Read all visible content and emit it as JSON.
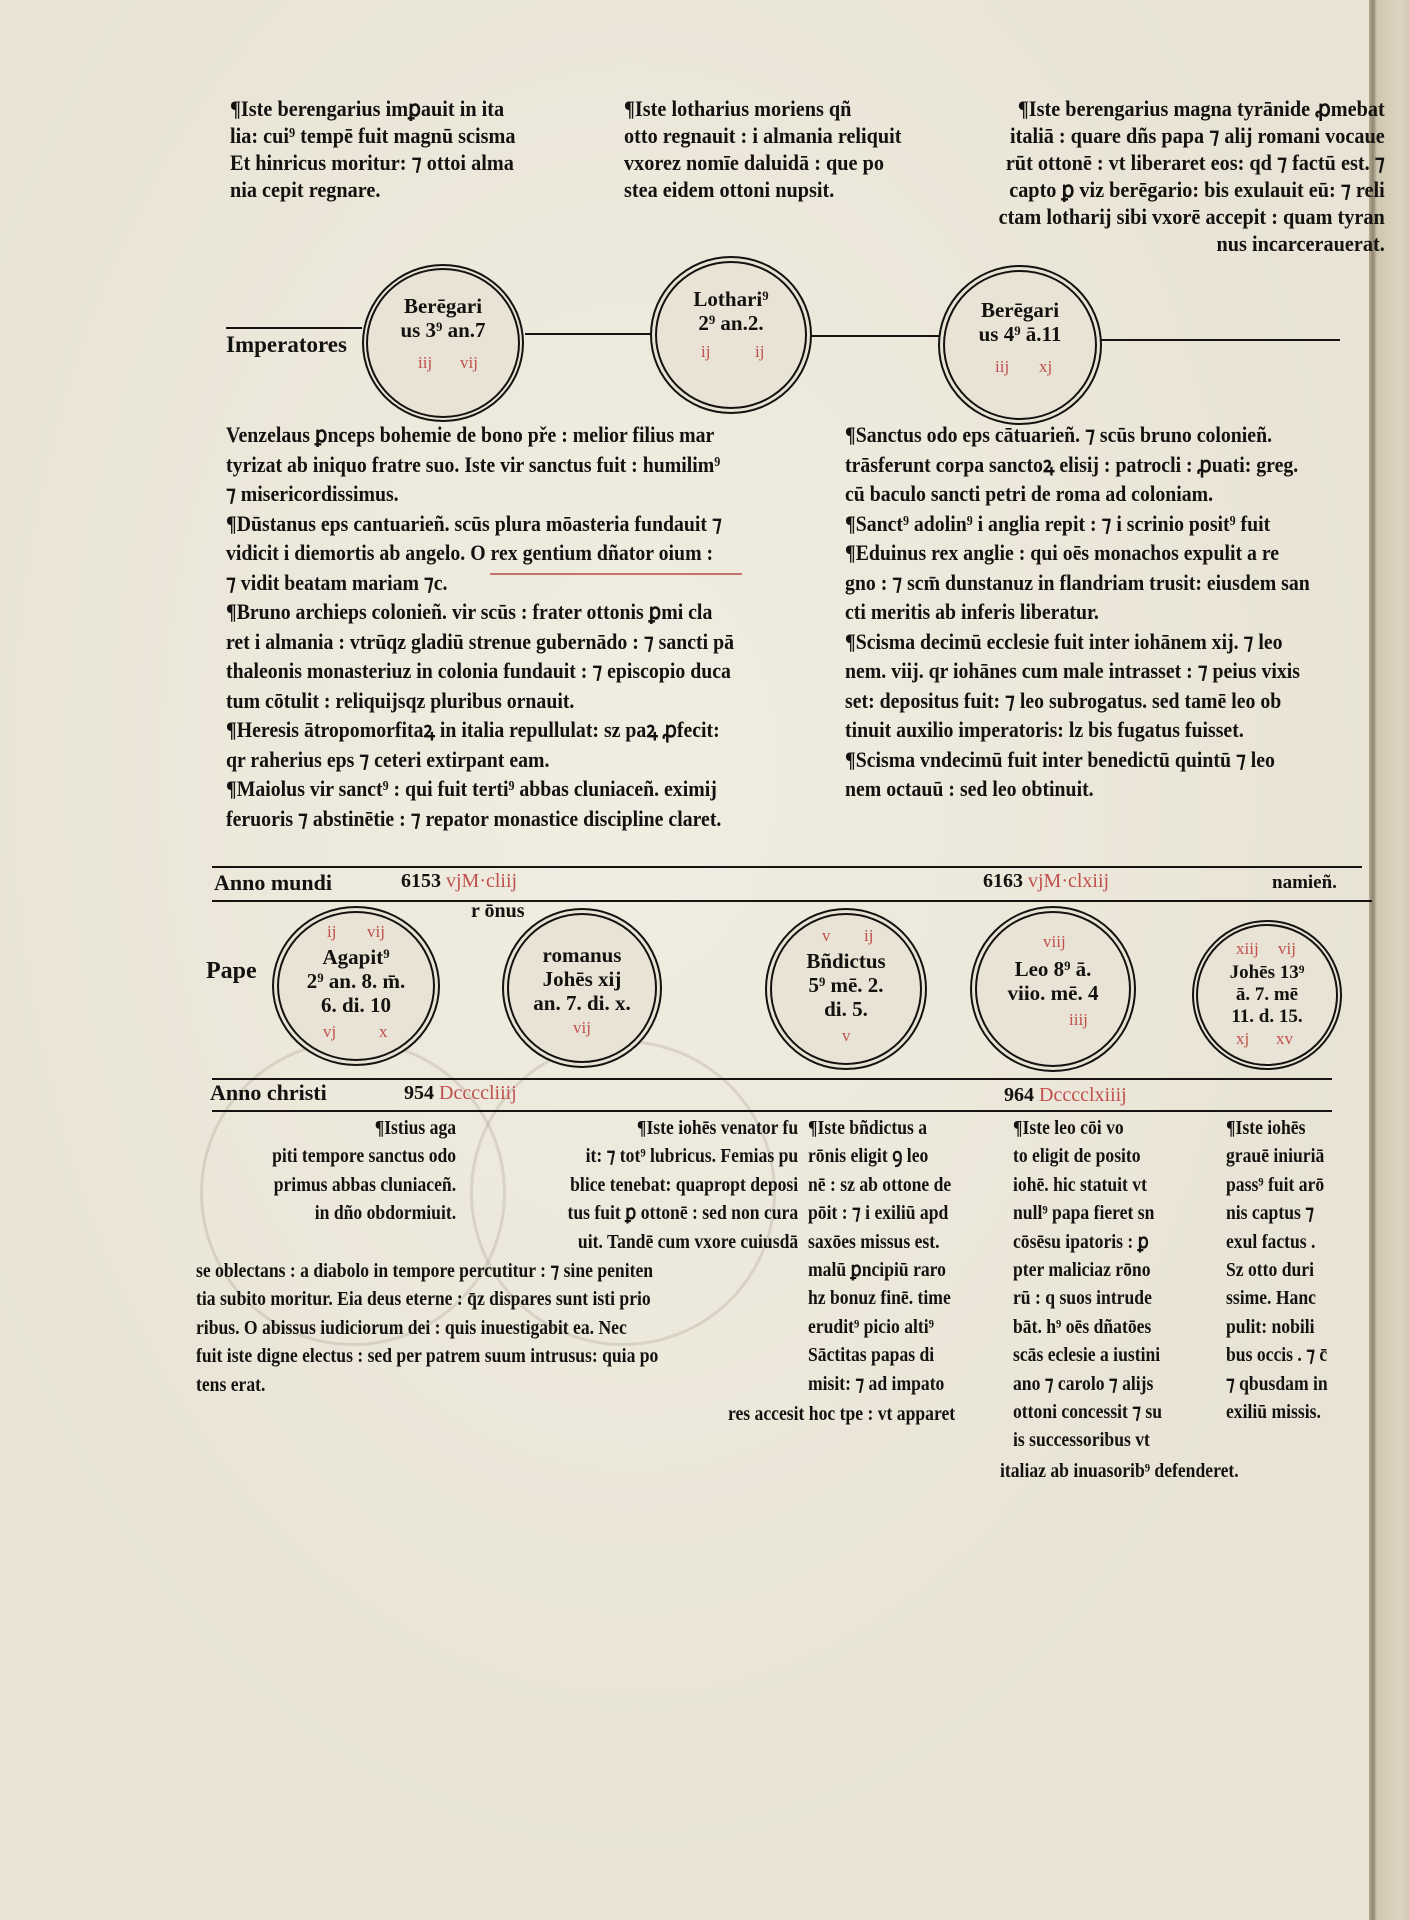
{
  "colors": {
    "ink": "#141210",
    "rubric": "#c0504d",
    "paper": "#e8e3d4"
  },
  "top": {
    "col1": [
      "¶Iste berengarius imꝑauit in ita",
      "lia: cui⁹ tempē fuit magnū scisma",
      "Et hinricus moritur: ⁊ ottoi alma",
      "nia cepit regnare."
    ],
    "col2": [
      "¶Iste lotharius moriens qñ",
      "otto regnauit : i almania reliquit",
      "vxorez nomīe daluidā : que po",
      "stea eidem ottoni nupsit."
    ],
    "col3": [
      "¶Iste berengarius magna tyrānide ꝓmebat",
      "italiā : quare dñs papa ⁊ alij romani vocaue",
      "rūt ottonē : vt liberaret eos: qd ⁊ factū est. ⁊",
      "capto ꝑ viz berēgario: bis exulauit eū: ⁊ reli",
      "ctam lotharij sibi vxorē accepit : quam tyran",
      "nus incarcerauerat."
    ]
  },
  "emperors": {
    "label": "Imperatores",
    "circles": [
      {
        "lines": [
          "Berēgari",
          "us 3⁹ an.7"
        ],
        "red": [
          "iij",
          "vij"
        ]
      },
      {
        "lines": [
          "Lothari⁹",
          "2⁹ an.2."
        ],
        "red": [
          "ij",
          "ij"
        ]
      },
      {
        "lines": [
          "Berēgari",
          "us 4⁹ ā.11"
        ],
        "red": [
          "iij",
          "xj"
        ]
      }
    ]
  },
  "middle": {
    "left": [
      "Venzelaus ꝑnceps bohemie de bono pře : melior filius mar",
      "tyrizat ab iniquo fratre suo. Iste vir sanctus fuit : humilim⁹",
      "⁊ misericordissimus.",
      "¶Dūstanus eps cantuarieñ. scūs plura mōasteria fundauit ⁊",
      "vidicit i diemortis ab angelo. O rex gentium dñator oium :",
      "⁊ vidit beatam mariam ⁊c.",
      "¶Bruno archieps colonieñ. vir scūs : frater ottonis ꝑmi cla",
      "ret i almania : vtrūqz gladiū strenue gubernādo : ⁊ sancti pā",
      "thaleonis monasteriuz in colonia fundauit : ⁊ episcopio duca",
      "tum cōtulit : reliquijsqz pluribus ornauit.",
      "¶Heresis ātropomorfitaꝝ in italia repullulat: sz paꝝ ꝓfecit:",
      "qr raherius eps ⁊ ceteri extirpant eam.",
      "¶Maiolus vir sanct⁹ : qui fuit terti⁹ abbas cluniaceñ. eximij",
      "feruoris ⁊ abstinētie : ⁊ repator monastice discipline claret."
    ],
    "right": [
      "¶Sanctus odo eps cātuarieñ. ⁊ scūs bruno colonieñ.",
      "trāsferunt corpa sanctoꝝ elisij : patrocli : ꝓuati: greg.",
      "cū baculo sancti petri de roma ad coloniam.",
      "¶Sanct⁹ adolin⁹ i anglia repit : ⁊ i scrinio posit⁹ fuit",
      "¶Eduinus rex anglie : qui oēs monachos expulit a re",
      "gno : ⁊ scm̄ dunstanuz in flandriam trusit: eiusdem san",
      "cti meritis ab inferis liberatur.",
      "¶Scisma decimū ecclesie fuit inter iohānem xij. ⁊ leo",
      "nem. viij. qr iohānes cum male intrasset : ⁊ peius vixis",
      "set: depositus fuit: ⁊ leo subrogatus. sed tamē leo ob",
      "tinuit auxilio imperatoris: lz bis fugatus fuisset.",
      "¶Scisma vndecimū fuit inter benedictū quintū ⁊ leo",
      "nem octauū : sed leo obtinuit."
    ]
  },
  "anno_mundi": {
    "label": "Anno mundi",
    "year1": "6153",
    "year1_red": "vjM·cliij",
    "year2": "6163",
    "year2_red": "vjM·clxiij",
    "right_note": "namieñ."
  },
  "popes": {
    "label": "Pape",
    "above_note": "r ōnus",
    "circles": [
      {
        "lines": [
          "Agapit⁹",
          "2⁹ an. 8. m̄.",
          "6. di. 10"
        ],
        "red": [
          "ij",
          "vij",
          "vj",
          "x"
        ]
      },
      {
        "lines": [
          "romanus",
          "Johēs xij",
          "an. 7. di. x."
        ],
        "red": [
          "vij"
        ]
      },
      {
        "lines": [
          "Bñdictus",
          "5⁹ mē. 2.",
          "di. 5."
        ],
        "red": [
          "v",
          "ij",
          "v"
        ]
      },
      {
        "lines": [
          "Leo 8⁹ ā.",
          "viio. mē. 4"
        ],
        "red": [
          "viij",
          "iiij"
        ]
      },
      {
        "lines": [
          "Johēs 13⁹",
          "ā. 7. mē",
          "11. d. 15."
        ],
        "red": [
          "xiij",
          "vij",
          "xj",
          "xv"
        ]
      }
    ]
  },
  "anno_christi": {
    "label": "Anno christi",
    "year1": "954",
    "year1_red": "Dccccliiij",
    "year2": "964",
    "year2_red": "Dcccclxiiij"
  },
  "bottom": {
    "b1": [
      "¶Istius aga",
      "piti tempore sanctus odo",
      "primus abbas cluniaceñ.",
      "in dño obdormiuit."
    ],
    "b2": [
      "¶Iste iohēs venator fu",
      "it: ⁊ tot⁹ lubricus. Femias pu",
      "blice tenebat: quapropt deposi",
      "tus fuit ꝑ ottonē : sed non cura",
      "uit. Tandē cum vxore cuiusdā"
    ],
    "b2wide": [
      "se oblectans : a diabolo in tempore percutitur : ⁊ sine peniten",
      "tia subito moritur. Eia deus eterne : q̄z dispares sunt isti prio",
      "ribus. O abissus iudiciorum dei : quis inuestigabit ea. Nec",
      "fuit iste digne electus : sed per patrem suum intrusus: quia po",
      "tens erat."
    ],
    "b3": [
      "¶Iste bñdictus a",
      "rōnis eligit ꝯ leo",
      "nē : sz ab ottone de",
      "pōit : ⁊ i exiliū apd",
      "saxōes missus est.",
      "malū ꝑncipiū raro",
      "hz bonuz finē. time",
      "erudit⁹ picio alti⁹",
      "Sāctitas papas di",
      "misit: ⁊ ad impato"
    ],
    "b3tail": [
      "res accesit hoc tpe : vt apparet"
    ],
    "b4": [
      "¶Iste leo cōi vo",
      "to eligit de posito",
      "iohē. hic statuit vt",
      "null⁹ papa fieret sn",
      "cōsēsu ipatoris : ꝑ",
      "pter maliciaz rōno",
      "rū : q suos intrude",
      "bāt. h⁹ oēs dñatōes",
      "scās eclesie a iustini",
      "ano ⁊ carolo ⁊ alijs",
      "ottoni concessit ⁊ su",
      "is successoribus vt"
    ],
    "b4tail": [
      "italiaz ab inuasorib⁹ defenderet."
    ],
    "b5": [
      "¶Iste iohēs",
      "grauē iniuriā",
      "pass⁹ fuit arō",
      "nis captus ⁊",
      "exul factus .",
      "Sz otto duri",
      "ssime. Hanc",
      "pulit: nobili",
      "bus occis . ⁊ c̄",
      "⁊ qbusdam in",
      "exiliū missis."
    ]
  }
}
